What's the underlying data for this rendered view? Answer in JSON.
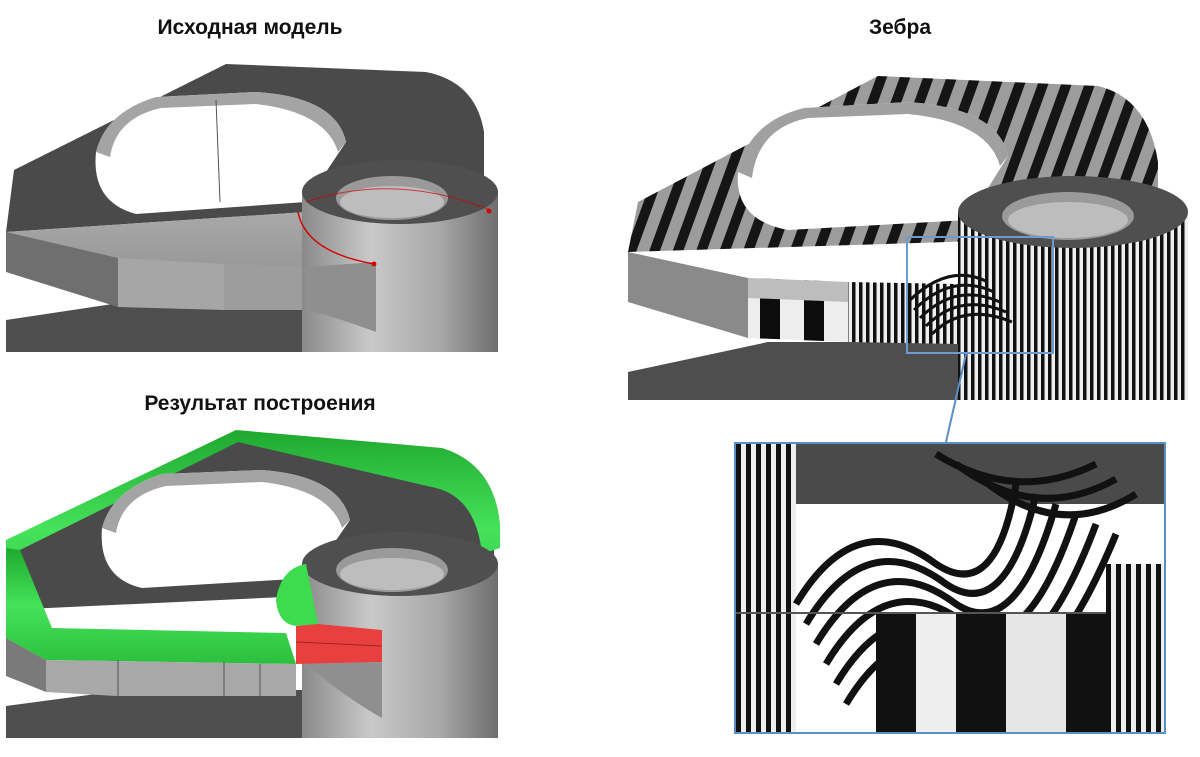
{
  "captions": {
    "original": "Исходная модель",
    "result": "Результат построения",
    "zebra": "Зебра"
  },
  "colors": {
    "body_dark": "#4a4a4a",
    "body_light": "#9a9a9a",
    "fillet_green": "#39d64a",
    "fillet_red": "#e8403e",
    "edge_red": "#d40000",
    "zoom_frame": "#5b8ec4"
  }
}
